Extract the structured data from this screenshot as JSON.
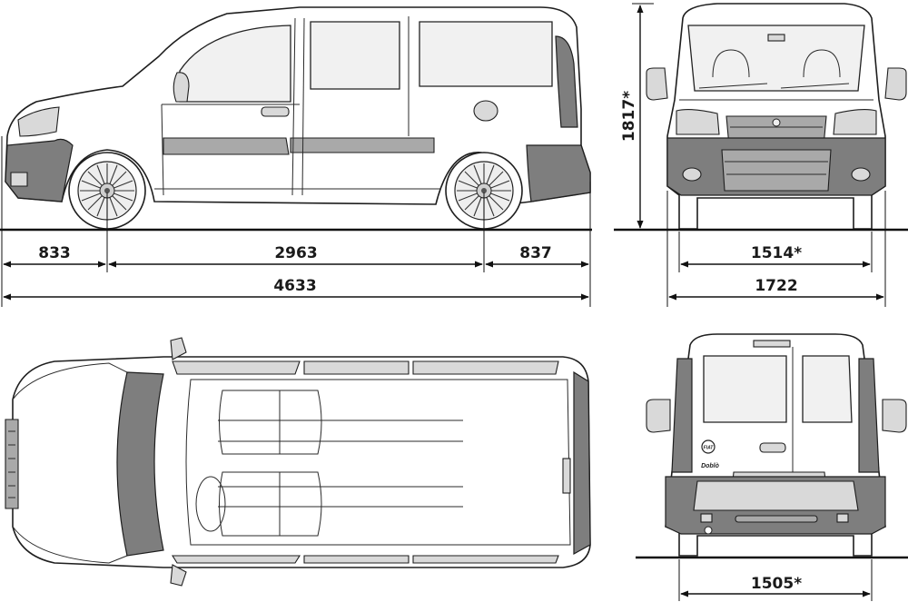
{
  "dimensions": {
    "front_overhang": "833",
    "wheelbase": "2963",
    "rear_overhang": "837",
    "overall_length": "4633",
    "height": "1817*",
    "front_track": "1514*",
    "overall_width": "1722",
    "rear_track": "1505*"
  },
  "badges": {
    "model_name": "Doblò",
    "brand": "FIAT"
  },
  "views": [
    "side-view",
    "front-view",
    "top-view",
    "rear-view"
  ]
}
